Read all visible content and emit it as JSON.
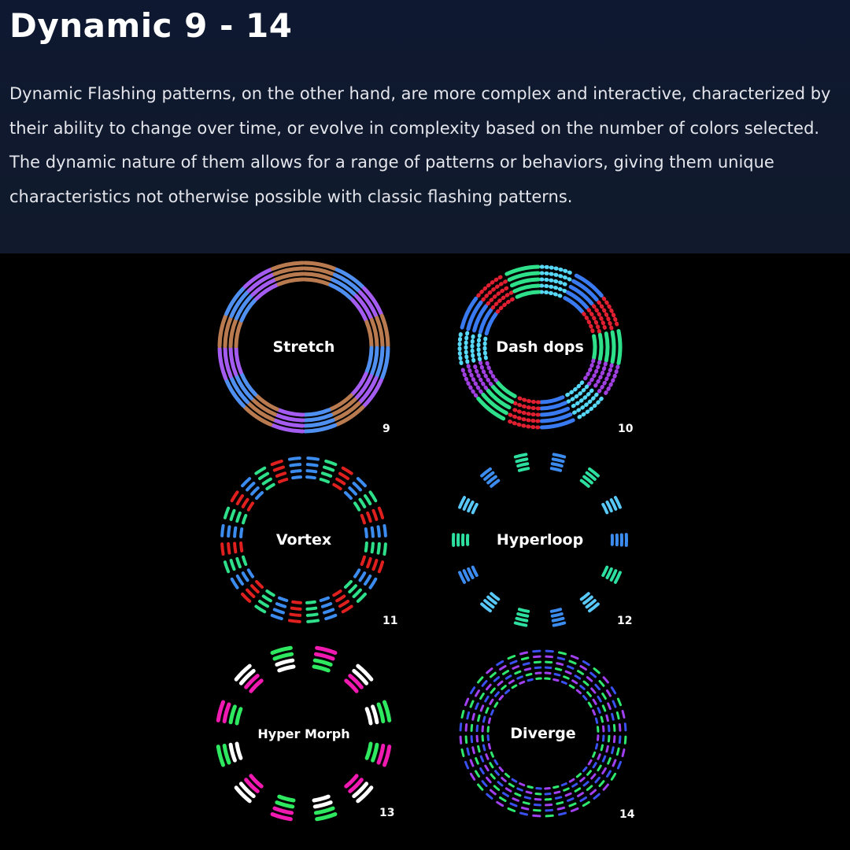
{
  "header": {
    "title": "Dynamic 9 - 14",
    "description": "Dynamic Flashing patterns, on the other hand, are more complex and interactive, characterized by their ability to change over time, or evolve in complexity based on the number of colors selected. The dynamic nature of them allows for a range of patterns or behaviors, giving them unique characteristics not otherwise possible with classic flashing patterns."
  },
  "patterns": [
    {
      "label": "Stretch",
      "number": "9",
      "colors": [
        "#b87a4e",
        "#4f8ff0",
        "#a45cf0"
      ]
    },
    {
      "label": "Dash dops",
      "number": "10",
      "colors": [
        "#58d8f8",
        "#3a7af0",
        "#e02030",
        "#2ee08a",
        "#a040e0"
      ]
    },
    {
      "label": "Vortex",
      "number": "11",
      "colors": [
        "#3c8cf0",
        "#2ee08a",
        "#e0201e"
      ]
    },
    {
      "label": "Hyperloop",
      "number": "12",
      "colors": [
        "#3c8cf0",
        "#2ee0a0",
        "#58c8f8"
      ]
    },
    {
      "label": "Hyper Morph",
      "number": "13",
      "colors": [
        "#2ee860",
        "#f01ab0",
        "#ffffff"
      ]
    },
    {
      "label": "Diverge",
      "number": "14",
      "colors": [
        "#2ee870",
        "#a040f0",
        "#3a50f0"
      ]
    }
  ]
}
